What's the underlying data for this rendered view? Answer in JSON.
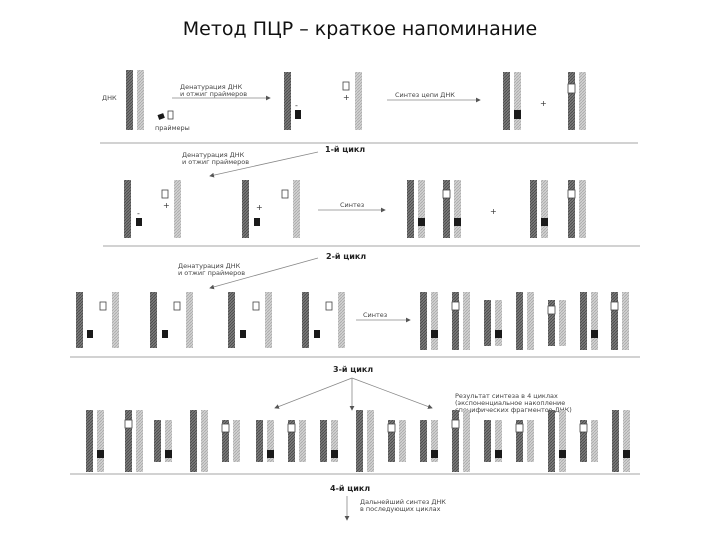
{
  "slide": {
    "title": "Метод ПЦР – краткое напоминание"
  },
  "diagram": {
    "dna_label": "ДНК",
    "primers_label": "праймеры",
    "step1": {
      "line1": "Денатурация ДНК",
      "line2": "и отжиг праймеров"
    },
    "synthesis1": "Синтез цепи ДНК",
    "cycle1": "1-й цикл",
    "step2": {
      "line1": "Денатурация ДНК",
      "line2": "и отжиг праймеров"
    },
    "synthesis2": "Синтез",
    "cycle2": "2-й цикл",
    "step3": {
      "line1": "Денатурация ДНК",
      "line2": "и отжиг праймеров"
    },
    "synthesis3": "Синтез",
    "cycle3": "3-й цикл",
    "result": {
      "line1": "Результат синтеза в 4 циклах",
      "line2": "(экспоненциальное накопление",
      "line3": "специфических фрагментов ДНК)"
    },
    "cycle4": "4-й цикл",
    "further": {
      "line1": "Дальнейший синтез ДНК",
      "line2": "в последующих циклах"
    },
    "colors": {
      "dark_strand": "#6e6e6e",
      "light_strand": "#c4c4c4",
      "primer": "#1a1a1a",
      "line": "#888888"
    }
  }
}
